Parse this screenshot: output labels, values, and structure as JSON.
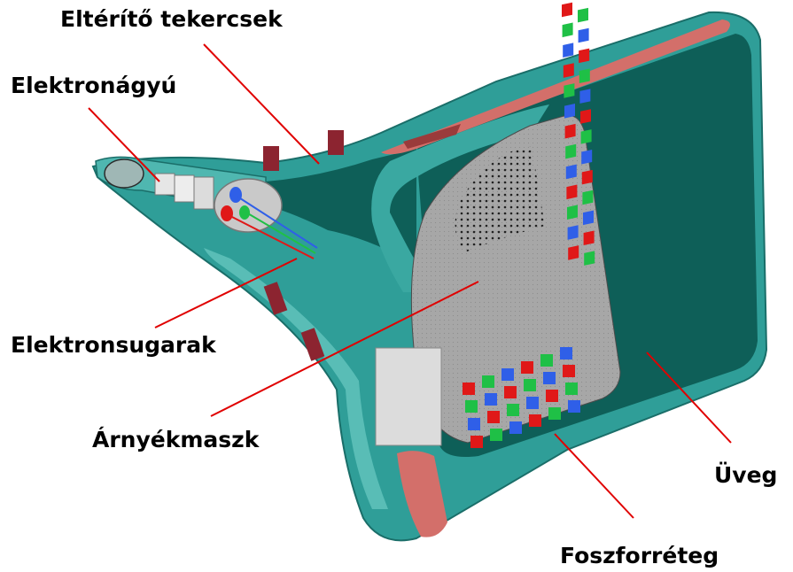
{
  "labels": {
    "deflection_coils": "Eltérítő tekercsek",
    "electron_gun": "Elektronágyú",
    "electron_beams": "Elektronsugarak",
    "shadow_mask": "Árnyékmaszk",
    "glass": "Üveg",
    "phosphor_layer": "Foszforréteg"
  },
  "colors": {
    "tube_outer": "#2f9e98",
    "tube_inner": "#0e5f58",
    "tube_edge": "#4fb7b0",
    "coil": "#8c2430",
    "stripe": "#d36f6a",
    "mask_gray": "#a3a3a3",
    "phosphor_red": "#e01818",
    "phosphor_green": "#1fc046",
    "phosphor_blue": "#2f5fe8",
    "leader": "#e00000"
  }
}
